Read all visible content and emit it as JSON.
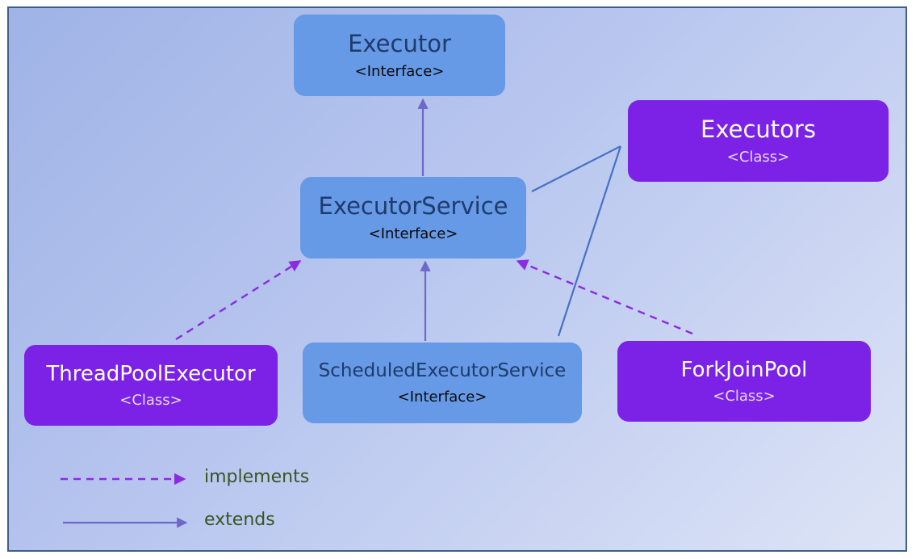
{
  "nodes": {
    "executor": {
      "title": "Executor",
      "stereotype": "<Interface>"
    },
    "executor_service": {
      "title": "ExecutorService",
      "stereotype": "<Interface>"
    },
    "executors": {
      "title": "Executors",
      "stereotype": "<Class>"
    },
    "thread_pool_executor": {
      "title": "ThreadPoolExecutor",
      "stereotype": "<Class>"
    },
    "scheduled_executor_service": {
      "title": "ScheduledExecutorService",
      "stereotype": "<Interface>"
    },
    "fork_join_pool": {
      "title": "ForkJoinPool",
      "stereotype": "<Class>"
    }
  },
  "edges": [
    {
      "from": "ExecutorService",
      "to": "Executor",
      "kind": "extends"
    },
    {
      "from": "ThreadPoolExecutor",
      "to": "ExecutorService",
      "kind": "implements"
    },
    {
      "from": "ScheduledExecutorService",
      "to": "ExecutorService",
      "kind": "extends"
    },
    {
      "from": "ForkJoinPool",
      "to": "ExecutorService",
      "kind": "implements"
    },
    {
      "from": "Executors",
      "to": "ExecutorService",
      "kind": "association"
    },
    {
      "from": "Executors",
      "to": "ScheduledExecutorService",
      "kind": "association"
    }
  ],
  "legend": {
    "implements": "implements",
    "extends": "extends"
  },
  "colors": {
    "interface_fill": "#6699e6",
    "class_fill": "#7b22e6",
    "implements_line": "#8a2be2",
    "extends_line": "#6f67c9",
    "association_line": "#4472c4",
    "legend_text": "#375623",
    "border": "#3f5f86"
  }
}
